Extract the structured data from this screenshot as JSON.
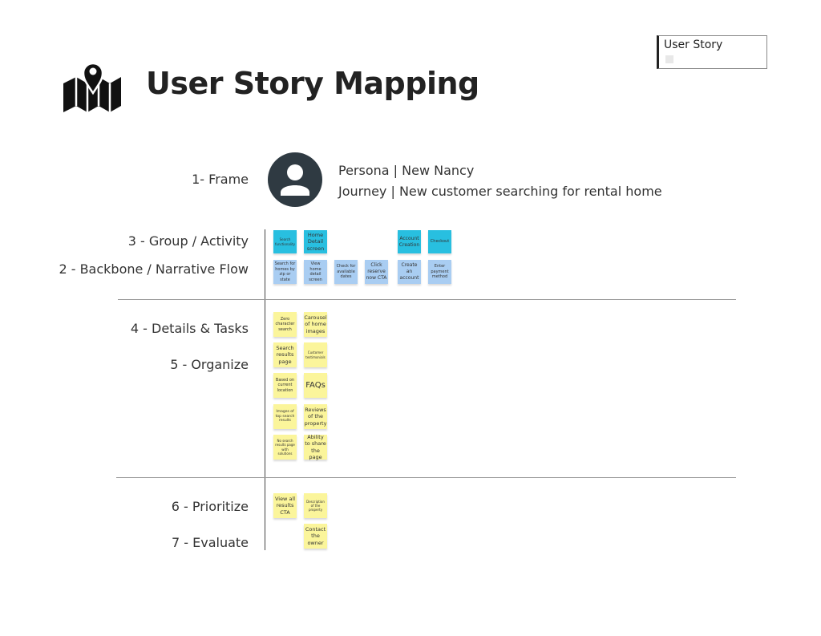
{
  "title": "User Story Mapping",
  "legend": {
    "label": "User Story"
  },
  "labels": {
    "frame": "1- Frame",
    "group": "3 - Group / Activity",
    "backbone": "2 - Backbone / Narrative Flow",
    "details": "4 - Details & Tasks",
    "organize": "5 - Organize",
    "prioritize": "6 - Prioritize",
    "evaluate": "7 - Evaluate"
  },
  "persona": {
    "persona": "Persona | New Nancy",
    "journey": "Journey | New customer searching for rental home"
  },
  "activities": [
    "Search functionality",
    "Home Detail screen",
    "Account Creation",
    "Checkout"
  ],
  "backbone": [
    "Search for homes by zip or state",
    "View home detail screen",
    "Check for available dates",
    "Click reserve now CTA",
    "Create an account",
    "Enter payment method"
  ],
  "details": [
    "Zero character search",
    "Carousel of home images",
    "Search results page",
    "Customer testimonials",
    "Based on current location",
    "FAQs",
    "Images of top search results",
    "Reviews of the property",
    "No search results page with solutions",
    "Ability to share the page"
  ],
  "prioritized": [
    "View all results CTA",
    "Description of the property",
    "Contact the owner"
  ],
  "colors": {
    "activity": "#28bfe0",
    "backbone": "#a9cdf2",
    "task": "#fbf59b",
    "avatar": "#2f3a42"
  }
}
